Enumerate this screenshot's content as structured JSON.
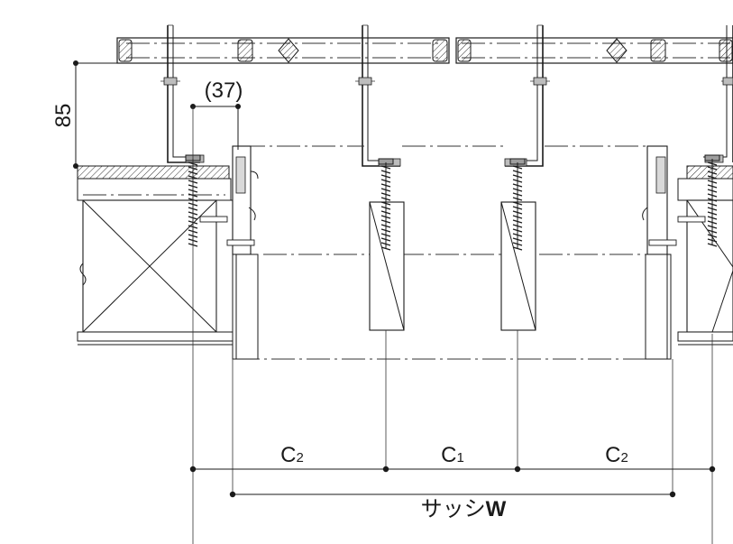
{
  "dimensions": {
    "height_label": "85",
    "offset_label": "(37)",
    "c_left": {
      "letter": "C",
      "sub": "2"
    },
    "c_center": {
      "letter": "C",
      "sub": "1"
    },
    "c_right": {
      "letter": "C",
      "sub": "2"
    },
    "sash_label_prefix": "サッシ",
    "sash_label_suffix": "W"
  }
}
